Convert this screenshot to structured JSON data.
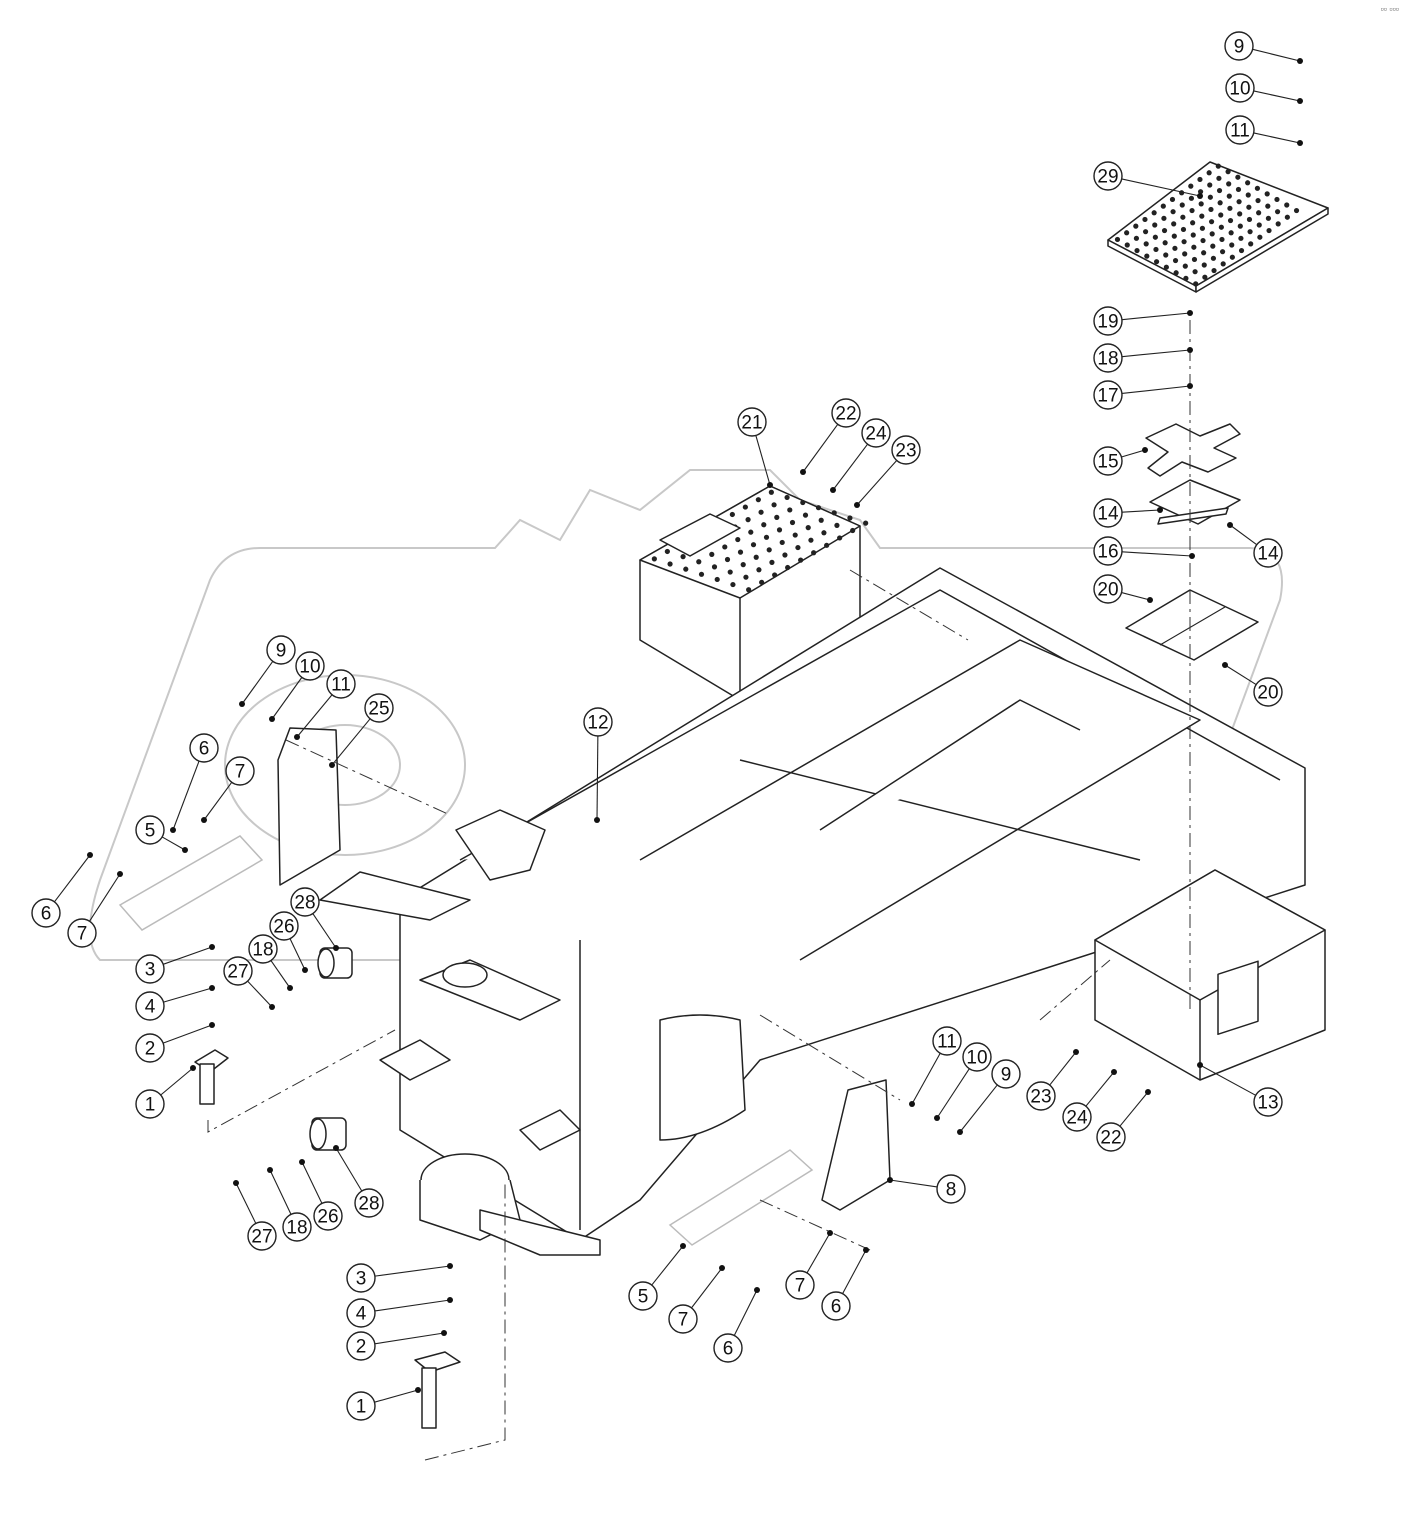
{
  "corner_mark": "▫▫ ▫▫▫",
  "callouts": [
    {
      "label": "9"
    },
    {
      "label": "10"
    },
    {
      "label": "11"
    },
    {
      "label": "29"
    },
    {
      "label": "19"
    },
    {
      "label": "18"
    },
    {
      "label": "17"
    },
    {
      "label": "15"
    },
    {
      "label": "14"
    },
    {
      "label": "14"
    },
    {
      "label": "16"
    },
    {
      "label": "20"
    },
    {
      "label": "20"
    },
    {
      "label": "21"
    },
    {
      "label": "22"
    },
    {
      "label": "24"
    },
    {
      "label": "23"
    },
    {
      "label": "12"
    },
    {
      "label": "9"
    },
    {
      "label": "10"
    },
    {
      "label": "11"
    },
    {
      "label": "25"
    },
    {
      "label": "6"
    },
    {
      "label": "7"
    },
    {
      "label": "5"
    },
    {
      "label": "6"
    },
    {
      "label": "7"
    },
    {
      "label": "28"
    },
    {
      "label": "26"
    },
    {
      "label": "18"
    },
    {
      "label": "27"
    },
    {
      "label": "3"
    },
    {
      "label": "4"
    },
    {
      "label": "2"
    },
    {
      "label": "1"
    },
    {
      "label": "28"
    },
    {
      "label": "27"
    },
    {
      "label": "18"
    },
    {
      "label": "26"
    },
    {
      "label": "3"
    },
    {
      "label": "4"
    },
    {
      "label": "2"
    },
    {
      "label": "1"
    },
    {
      "label": "5"
    },
    {
      "label": "7"
    },
    {
      "label": "6"
    },
    {
      "label": "7"
    },
    {
      "label": "6"
    },
    {
      "label": "8"
    },
    {
      "label": "11"
    },
    {
      "label": "10"
    },
    {
      "label": "9"
    },
    {
      "label": "23"
    },
    {
      "label": "24"
    },
    {
      "label": "22"
    },
    {
      "label": "13"
    }
  ]
}
